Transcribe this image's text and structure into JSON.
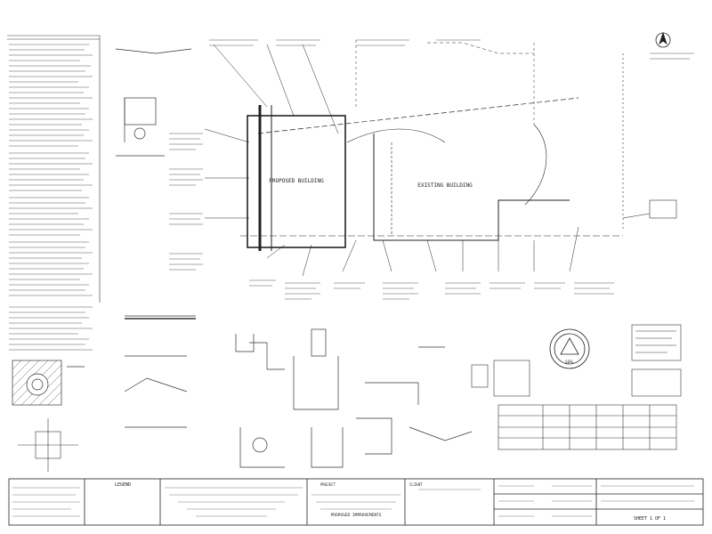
{
  "title_block": {
    "project_name": "PROPOSED IMPROVEMENTS",
    "sheet_label": "SHEET 1 OF 1"
  },
  "labels": {
    "proposed_building": "PROPOSED BUILDING",
    "existing_building": "EXISTING BUILDING",
    "legend": "LEGEND",
    "client": "CLIENT",
    "project": "PROJECT"
  },
  "stamp": {
    "text": "SEAL"
  },
  "colors": {
    "ink": "#222222",
    "paper": "#ffffff"
  }
}
